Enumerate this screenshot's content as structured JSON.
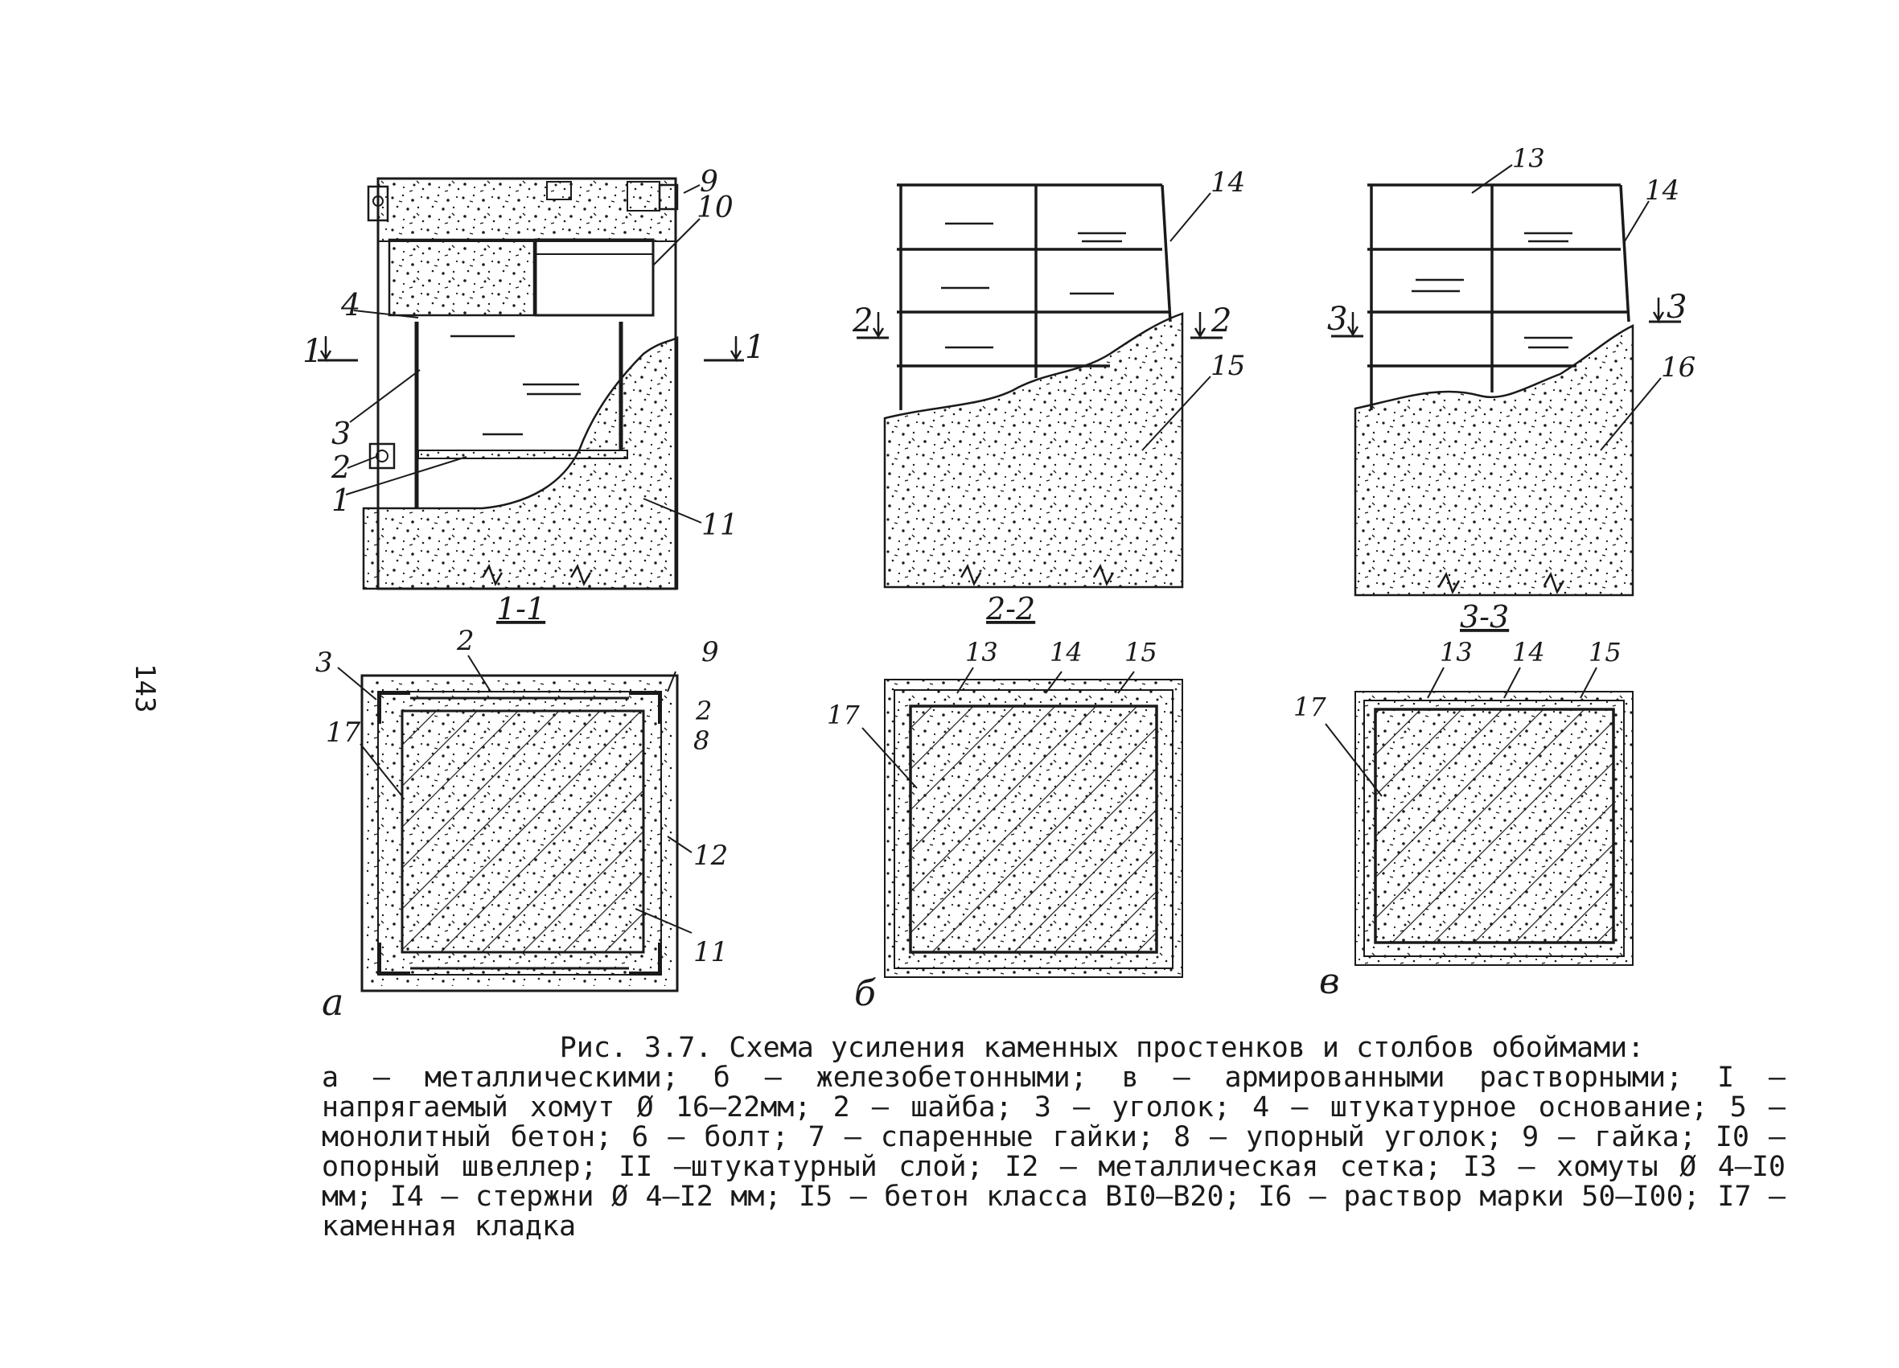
{
  "page_number": "143",
  "figure": {
    "caption_title": "Рис. 3.7. Схема усиления каменных простенков и столбов обоймами:",
    "caption_body": "а – металлическими; б – железобетонными; в – армированными растворными; I – напрягаемый хомут Ø 16–22мм; 2 – шайба; 3 – уголок; 4 – штукатурное основание; 5 – монолитный бетон; 6 – болт; 7 – спаренные гайки; 8 – упорный уголок; 9 – гайка; I0 – опорный швеллер; II –штукатурный слой; I2 – металлическая сетка; I3 – хомуты Ø 4–I0 мм; I4 – стержни Ø 4–I2 мм; I5 – бетон класса BI0–B20; I6 – раствор марки 50–I00; I7 – каменная кладка"
  },
  "panels": {
    "a": {
      "letter": "a",
      "section_title": "1-1",
      "cut_marks": [
        "1",
        "1"
      ],
      "callouts_elevation": [
        "9",
        "10",
        "4",
        "3",
        "2",
        "1",
        "11"
      ],
      "callouts_plan": [
        "3",
        "2",
        "9",
        "2",
        "8",
        "17",
        "12",
        "11"
      ]
    },
    "b": {
      "letter": "б",
      "section_title": "2-2",
      "cut_marks": [
        "2",
        "2"
      ],
      "callouts_elevation": [
        "14",
        "15"
      ],
      "callouts_plan": [
        "13",
        "14",
        "15",
        "17"
      ]
    },
    "c": {
      "letter": "в",
      "section_title": "3-3",
      "cut_marks": [
        "3",
        "3"
      ],
      "callouts_elevation": [
        "13",
        "14",
        "16"
      ],
      "callouts_plan": [
        "13",
        "14",
        "15",
        "17"
      ]
    }
  },
  "colors": {
    "ink": "#1a1a1a",
    "paper": "#ffffff"
  }
}
